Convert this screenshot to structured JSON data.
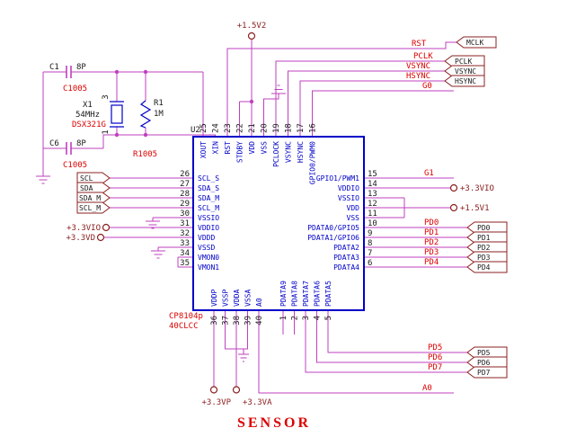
{
  "title": "SENSOR",
  "ic": {
    "refdes": "U2",
    "part": "CP8104p",
    "package": "40CLCC",
    "top_pins": [
      {
        "num": "25",
        "name": "XOUT"
      },
      {
        "num": "24",
        "name": "XIN"
      },
      {
        "num": "23",
        "name": "RST"
      },
      {
        "num": "22",
        "name": "STDBY"
      },
      {
        "num": "21",
        "name": "VDD"
      },
      {
        "num": "20",
        "name": "VSS"
      },
      {
        "num": "19",
        "name": "PCLOCK"
      },
      {
        "num": "18",
        "name": "VSYNC"
      },
      {
        "num": "17",
        "name": "HSYNC"
      },
      {
        "num": "16",
        "name": "GPIO0/PWM0"
      }
    ],
    "left_pins": [
      {
        "num": "26",
        "name": "SCL_S"
      },
      {
        "num": "27",
        "name": "SDA_S"
      },
      {
        "num": "28",
        "name": "SDA_M"
      },
      {
        "num": "29",
        "name": "SCL_M"
      },
      {
        "num": "30",
        "name": "VSSIO"
      },
      {
        "num": "31",
        "name": "VDDIO"
      },
      {
        "num": "32",
        "name": "VDDD"
      },
      {
        "num": "33",
        "name": "VSSD"
      },
      {
        "num": "34",
        "name": "VMON0"
      },
      {
        "num": "35",
        "name": "VMON1"
      }
    ],
    "right_pins": [
      {
        "num": "15",
        "name": "GPIO1/PWM1"
      },
      {
        "num": "14",
        "name": "VDDIO"
      },
      {
        "num": "13",
        "name": "VSSIO"
      },
      {
        "num": "12",
        "name": "VDD"
      },
      {
        "num": "11",
        "name": "VSS"
      },
      {
        "num": "10",
        "name": "PDATA0/GPIO5"
      },
      {
        "num": "9",
        "name": "PDATA1/GPIO6"
      },
      {
        "num": "8",
        "name": "PDATA2"
      },
      {
        "num": "7",
        "name": "PDATA3"
      },
      {
        "num": "6",
        "name": "PDATA4"
      }
    ],
    "bottom_pins": [
      {
        "num": "36",
        "name": "VDDP"
      },
      {
        "num": "37",
        "name": "VSSP"
      },
      {
        "num": "38",
        "name": "VDDA"
      },
      {
        "num": "39",
        "name": "VSSA"
      },
      {
        "num": "40",
        "name": "A0"
      },
      {
        "num": "1",
        "name": "PDATA9"
      },
      {
        "num": "2",
        "name": "PDATA8"
      },
      {
        "num": "3",
        "name": "PDATA7"
      },
      {
        "num": "4",
        "name": "PDATA6"
      },
      {
        "num": "5",
        "name": "PDATA5"
      }
    ]
  },
  "components": {
    "c1": {
      "refdes": "C1",
      "value": "8P",
      "part": "C1005"
    },
    "c6": {
      "refdes": "C6",
      "value": "8P",
      "part": "C1005"
    },
    "x1": {
      "refdes": "X1",
      "value": "54MHz",
      "part": "DSX321G",
      "pin_top": "3",
      "pin_bottom": "1"
    },
    "r1": {
      "refdes": "R1",
      "value": "1M",
      "part": "R1005"
    }
  },
  "power": {
    "p15v2": "+1.5V2",
    "p33vio_left": "+3.3VIO",
    "p33vd": "+3.3VD",
    "p33vio_right": "+3.3VIO",
    "p15v1": "+1.5V1",
    "p33vp": "+3.3VP",
    "p33va": "+3.3VA"
  },
  "nets": {
    "rst": "RST",
    "pclk": "PCLK",
    "vsync": "VSYNC",
    "hsync": "HSYNC",
    "g0": "G0",
    "g1": "G1",
    "pd0": "PD0",
    "pd1": "PD1",
    "pd2": "PD2",
    "pd3": "PD3",
    "pd4": "PD4",
    "pd5": "PD5",
    "pd6": "PD6",
    "pd7": "PD7",
    "a0": "A0"
  },
  "connectors": {
    "mclk": "MCLK",
    "pclk": "PCLK",
    "vsync": "VSYNC",
    "hsync": "HSYNC",
    "scl": "SCL",
    "sda": "SDA",
    "sda_m": "SDA_M",
    "scl_m": "SCL_M",
    "pd0": "PD0",
    "pd1": "PD1",
    "pd2": "PD2",
    "pd3": "PD3",
    "pd4": "PD4",
    "pd5": "PD5",
    "pd6": "PD6",
    "pd7": "PD7"
  },
  "colors": {
    "wire": "#bf40bf",
    "ic_outline": "#0000c8",
    "pin_name_text": "#0000c8",
    "net_label": "#dd0000",
    "power_label": "#8b2020",
    "connector_outline": "#8b2020",
    "title": "#dd0000",
    "black_text": "#1a1a1a",
    "background": "#ffffff"
  }
}
